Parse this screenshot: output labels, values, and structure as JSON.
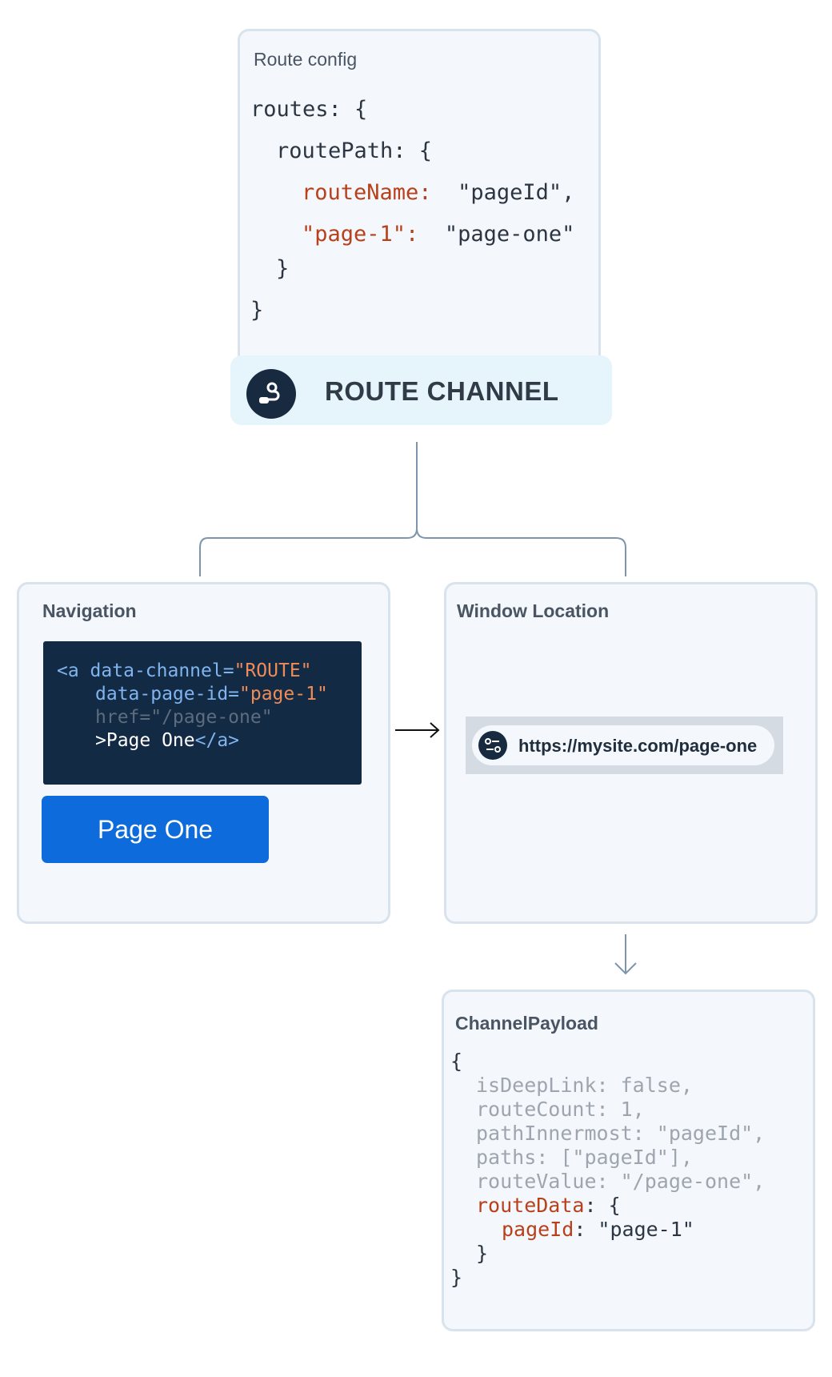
{
  "route_config": {
    "title": "Route config",
    "lines": {
      "l1": "routes: {",
      "l2": "routePath: {",
      "l3_key": "routeName:",
      "l3_val": "\"pageId\",",
      "l4_key": "\"page-1\":",
      "l4_val": "\"page-one\"",
      "l5": "}",
      "l6": "}"
    }
  },
  "route_channel": {
    "label": "ROUTE CHANNEL",
    "icon": "route-icon"
  },
  "navigation": {
    "title": "Navigation",
    "code": {
      "l1_tag": "<a",
      "l1_attr": " data-channel=",
      "l1_val": "\"ROUTE\"",
      "l2_attr": "data-page-id=",
      "l2_val": "\"page-1\"",
      "l3": "href=\"/page-one\"",
      "l4_open": ">Page One",
      "l4_close": "</a>"
    },
    "button_label": "Page One"
  },
  "window_location": {
    "title": "Window Location",
    "url": "https://mysite.com/page-one",
    "icon": "url-settings-icon"
  },
  "payload": {
    "title": "ChannelPayload",
    "lines": {
      "open": "{",
      "is_deep_link": "isDeepLink: false,",
      "route_count": "routeCount: 1,",
      "path_innermost": "pathInnermost: \"pageId\",",
      "paths": "paths: [\"pageId\"],",
      "route_value": "routeValue: \"/page-one\",",
      "route_data_key": "routeData",
      "route_data_rest": ": {",
      "page_id_key": "pageId",
      "page_id_rest": ": \"page-1\"",
      "inner_close": "}",
      "close": "}"
    }
  },
  "colors": {
    "accent": "#0e6bdb",
    "code_bg": "#132a45",
    "keyword_red": "#b8401b"
  }
}
